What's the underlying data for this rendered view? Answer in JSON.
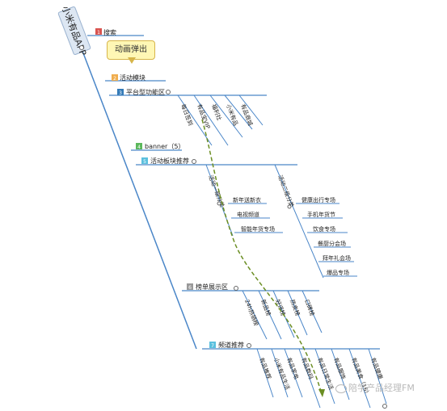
{
  "root": {
    "label": "小米有品APP"
  },
  "callout": {
    "label": "动画弹出"
  },
  "branches": [
    {
      "num": "1",
      "label": "搜索",
      "color": "#d9534f",
      "children": []
    },
    {
      "num": "2",
      "label": "活动模块",
      "color": "#f0ad4e",
      "children": []
    },
    {
      "num": "3",
      "label": "平台型功能区",
      "color": "#337ab7",
      "children": [
        "每日签到",
        "有品宝VIP",
        "福利社",
        "小米有品",
        "有品商城"
      ]
    },
    {
      "num": "4",
      "label": "banner（5）",
      "color": "#5cb85c",
      "children": []
    },
    {
      "num": "5",
      "label": "活动板块推荐",
      "color": "#5bc0de",
      "groups": [
        {
          "label": "活动一级分类",
          "items": [
            "新年送新衣",
            "电视频道",
            "智能年货专场"
          ]
        },
        {
          "label": "活动二级分类",
          "items": [
            "健康出行专场",
            "手机年货节",
            "饮食专场",
            "餐厨分会场",
            "拜年礼会场",
            "爆品专场"
          ]
        }
      ]
    },
    {
      "num": "6",
      "label": "榜单展示区",
      "color": "#999999",
      "children": [
        "24h热销榜",
        "新品榜",
        "好评榜",
        "热卖榜",
        "口碑榜"
      ]
    },
    {
      "num": "7",
      "label": "频道推荐",
      "color": "#5bc0de",
      "children": [
        "有品推荐",
        "小米有品生活",
        "有品家电",
        "有品数码",
        "有品日常生活",
        "有品服饰",
        "有品美食（16）",
        "有品健康"
      ]
    }
  ],
  "watermark": {
    "label": "陪学产品经理FM"
  },
  "colors": {
    "line": "#4a86c8",
    "dash": "#6b8e23"
  }
}
